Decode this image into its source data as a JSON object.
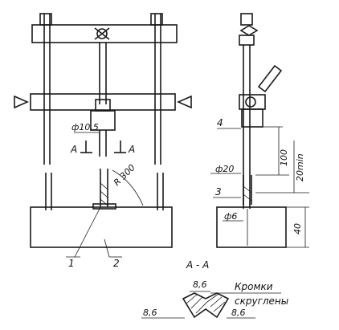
{
  "labels": {
    "diameter_rod": "ф10,5",
    "section_mark_left": "A",
    "section_mark_right": "A",
    "radius": "R 300",
    "callout_1": "1",
    "callout_2": "2",
    "callout_3": "3",
    "callout_4": "4",
    "dim_20": "ф20",
    "dim_6": "ф6",
    "dim_100": "100",
    "dim_20min": "20min",
    "dim_40": "40",
    "section_title": "A - A",
    "chamfer_top": "8,6",
    "chamfer_left": "8,6",
    "chamfer_right": "8,6",
    "note_line1": "Кромки",
    "note_line2": "скруглены"
  }
}
